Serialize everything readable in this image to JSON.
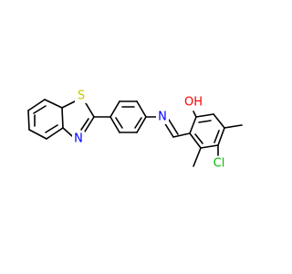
{
  "molecule": {
    "atoms": {
      "S": {
        "symbol": "S",
        "color": "#c6c600"
      },
      "N_thiazole": {
        "symbol": "N",
        "color": "#0000ff"
      },
      "N_imine": {
        "symbol": "N",
        "color": "#0000ff"
      },
      "OH": {
        "symbol": "OH",
        "color": "#ff0000"
      },
      "Cl": {
        "symbol": "Cl",
        "color": "#00c000"
      }
    }
  }
}
